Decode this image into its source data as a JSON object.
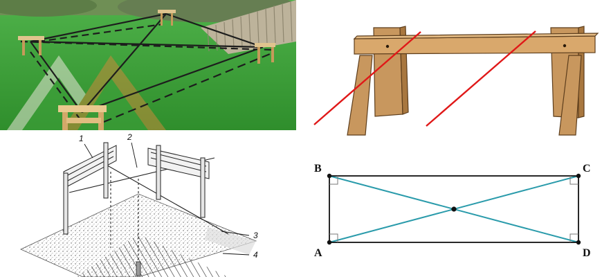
{
  "panels": {
    "garden": {
      "colors": {
        "grass": "#3fa23b",
        "grass_dark": "#2f8a2d",
        "string": "#1d1d1d",
        "fence": "#b9b09a"
      }
    },
    "bench": {
      "colors": {
        "wood": "#c8975e",
        "wood_dark": "#8b6234",
        "laser": "#e01818"
      }
    },
    "sketch": {
      "callouts": [
        "1",
        "2",
        "3",
        "4"
      ]
    },
    "rectangle": {
      "vertices": {
        "a": "A",
        "b": "B",
        "c": "C",
        "d": "D"
      },
      "colors": {
        "sides": "#111111",
        "diagonals": "#2a9bab",
        "center": "#111111"
      }
    }
  }
}
